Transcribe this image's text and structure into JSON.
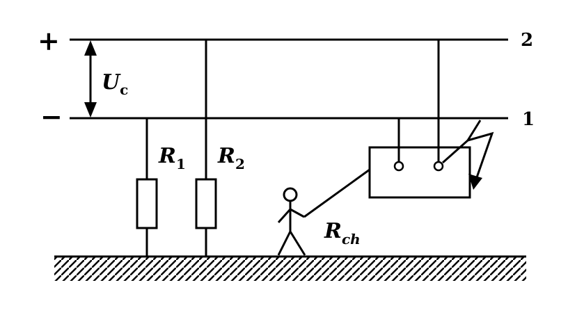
{
  "terminals": {
    "plus_sign": "+",
    "minus_sign": "−",
    "line_2": "2",
    "line_1": "1"
  },
  "voltage": {
    "symbol": "U",
    "subscript": "c"
  },
  "resistors": {
    "r1": {
      "symbol": "R",
      "subscript": "1"
    },
    "r2": {
      "symbol": "R",
      "subscript": "2"
    }
  },
  "body_resistance": {
    "symbol": "R",
    "subscript": "ch"
  },
  "colors": {
    "ink": "#000000",
    "background": "#ffffff"
  }
}
